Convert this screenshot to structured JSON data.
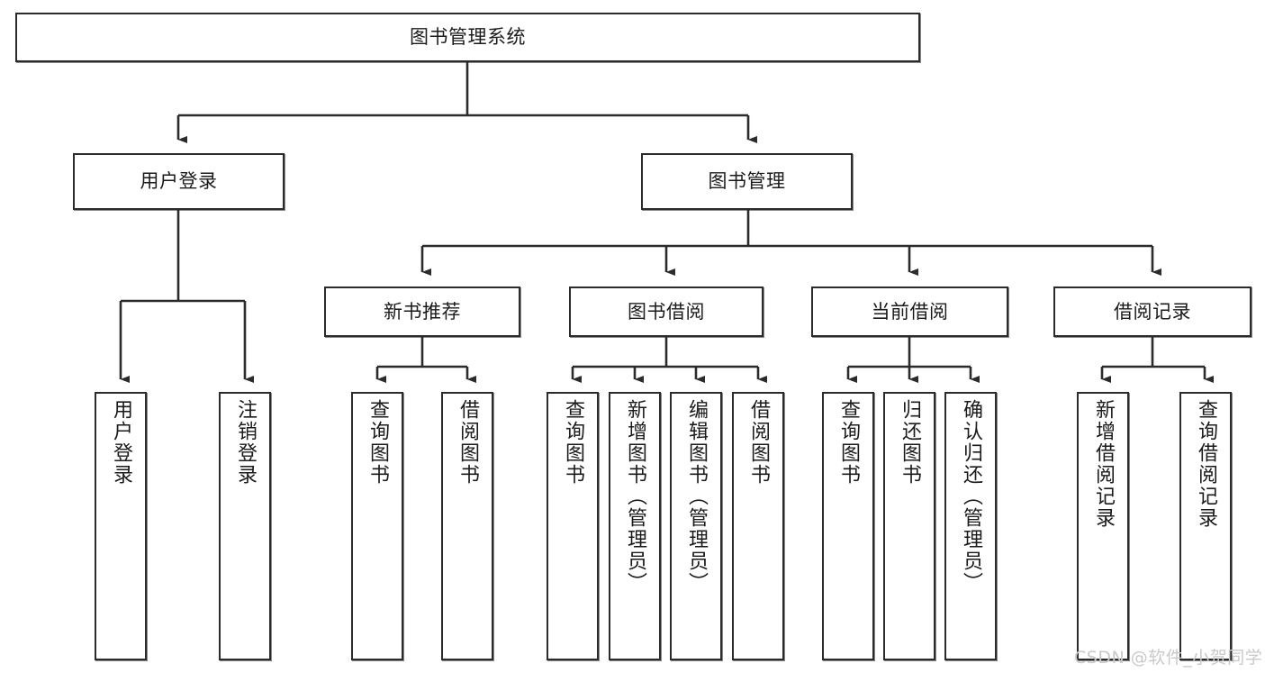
{
  "diagram": {
    "title": "图书管理系统",
    "type": "tree-hierarchy-diagram",
    "watermark": "CSDN @软件_小贺同学",
    "colors": {
      "stroke": "#2b2b2b",
      "fill": "#ffffff",
      "text": "#1b1b1b",
      "watermark": "#c9c9c9"
    },
    "root": {
      "label": "图书管理系统"
    },
    "level2": [
      {
        "label": "用户登录"
      },
      {
        "label": "图书管理"
      }
    ],
    "level3": [
      {
        "label": "新书推荐"
      },
      {
        "label": "图书借阅"
      },
      {
        "label": "当前借阅"
      },
      {
        "label": "借阅记录"
      }
    ],
    "leaves": {
      "user_login": [
        {
          "label": "用户登录"
        },
        {
          "label": "注销登录"
        }
      ],
      "new_book_recommend": [
        {
          "label": "查询图书"
        },
        {
          "label": "借阅图书"
        }
      ],
      "book_borrow": [
        {
          "label": "查询图书"
        },
        {
          "label": "新增图书（管理员）"
        },
        {
          "label": "编辑图书（管理员）"
        },
        {
          "label": "借阅图书"
        }
      ],
      "current_borrow": [
        {
          "label": "查询图书"
        },
        {
          "label": "归还图书"
        },
        {
          "label": "确认归还（管理员）"
        }
      ],
      "borrow_record": [
        {
          "label": "新增借阅记录"
        },
        {
          "label": "查询借阅记录"
        }
      ]
    }
  }
}
